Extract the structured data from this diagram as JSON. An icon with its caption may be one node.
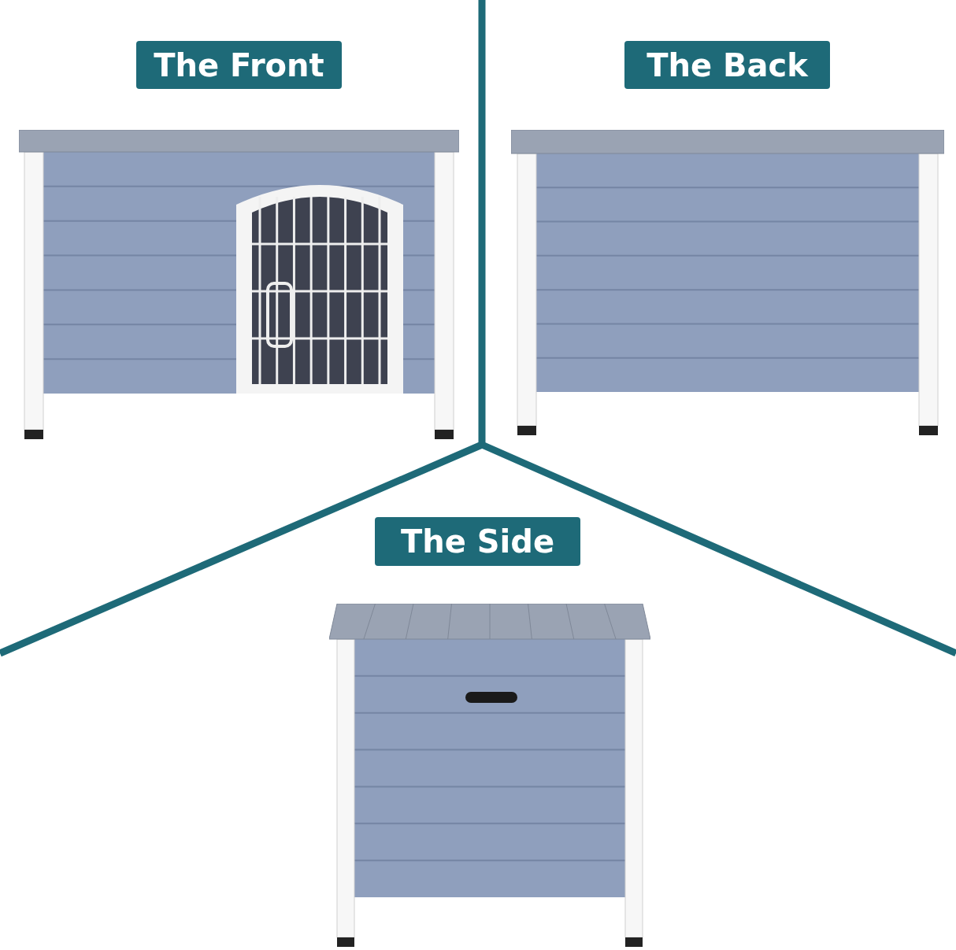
{
  "diagram": {
    "nodes": [
      {
        "text": [
          "The Front"
        ]
      },
      {
        "text": [
          "The Back"
        ]
      },
      {
        "text": [
          "The Side"
        ]
      }
    ],
    "edges": []
  }
}
